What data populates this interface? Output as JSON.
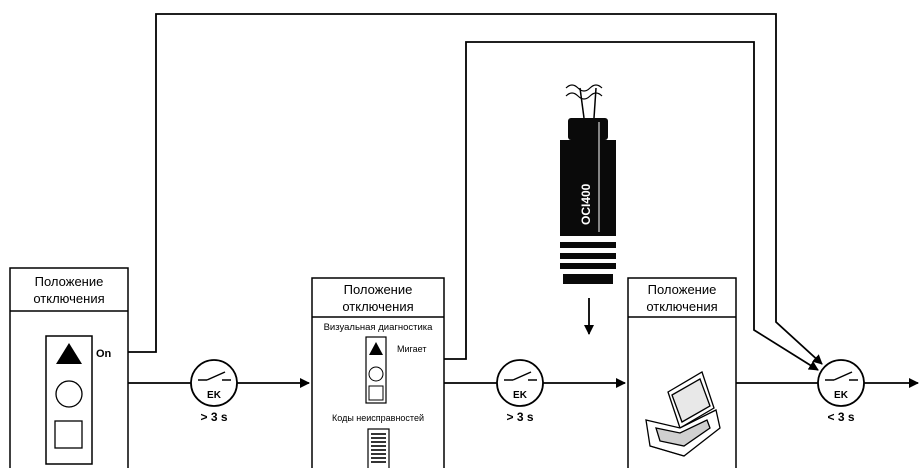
{
  "boxes": {
    "box1": {
      "title_line1": "Положение",
      "title_line2": "отключения",
      "indicator_label": "On"
    },
    "box2": {
      "title_line1": "Положение",
      "title_line2": "отключения",
      "visual_diag_label": "Визуальная диагностика",
      "blink_label": "Мигает",
      "fault_codes_label": "Коды неисправностей"
    },
    "box3": {
      "title_line1": "Положение",
      "title_line2": "отключения"
    }
  },
  "switches": [
    {
      "label": "EK",
      "time": "> 3 s"
    },
    {
      "label": "EK",
      "time": "> 3 s"
    },
    {
      "label": "EK",
      "time": "< 3 s"
    }
  ],
  "connector": {
    "label": "OCI400"
  },
  "colors": {
    "line": "#000000",
    "background": "#ffffff",
    "connector_body": "#0a0a0a"
  }
}
